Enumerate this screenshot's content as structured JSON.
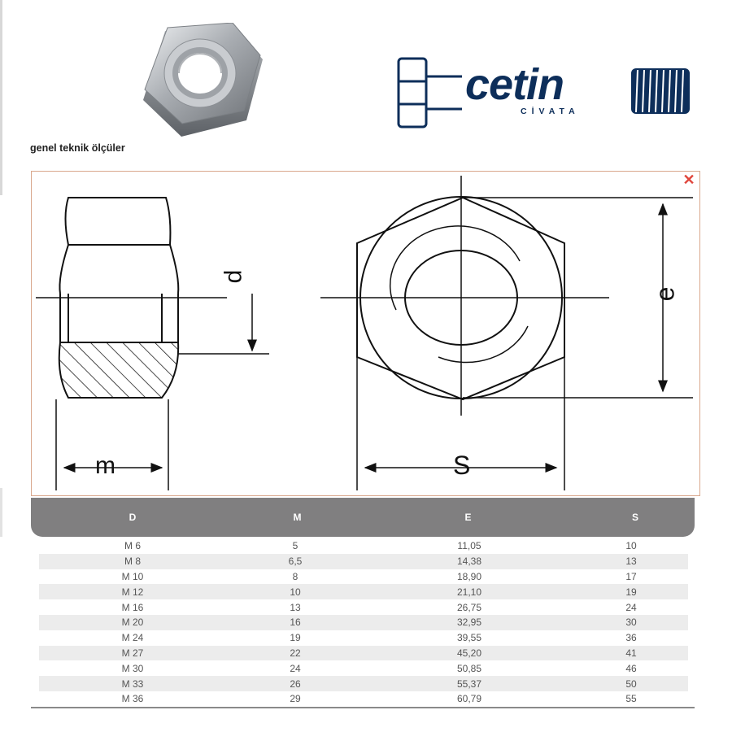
{
  "caption": "genel teknik ölçüler",
  "logo": {
    "brand": "cetin",
    "subtitle": "CİVATA",
    "colors": {
      "primary": "#0d2e5a"
    }
  },
  "drawing": {
    "labels": {
      "m": "m",
      "s": "S",
      "d": "d",
      "e": "e"
    },
    "close_icon": "close-icon"
  },
  "table": {
    "headers": [
      "D",
      "M",
      "E",
      "S"
    ],
    "rows": [
      [
        "M 6",
        "5",
        "11,05",
        "10"
      ],
      [
        "M 8",
        "6,5",
        "14,38",
        "13"
      ],
      [
        "M 10",
        "8",
        "18,90",
        "17"
      ],
      [
        "M 12",
        "10",
        "21,10",
        "19"
      ],
      [
        "M 16",
        "13",
        "26,75",
        "24"
      ],
      [
        "M 20",
        "16",
        "32,95",
        "30"
      ],
      [
        "M 24",
        "19",
        "39,55",
        "36"
      ],
      [
        "M 27",
        "22",
        "45,20",
        "41"
      ],
      [
        "M 30",
        "24",
        "50,85",
        "46"
      ],
      [
        "M 33",
        "26",
        "55,37",
        "50"
      ],
      [
        "M 36",
        "29",
        "60,79",
        "55"
      ]
    ]
  },
  "colors": {
    "header_bg": "#807f80",
    "stripe": "#ececec",
    "close": "#e0463c"
  }
}
